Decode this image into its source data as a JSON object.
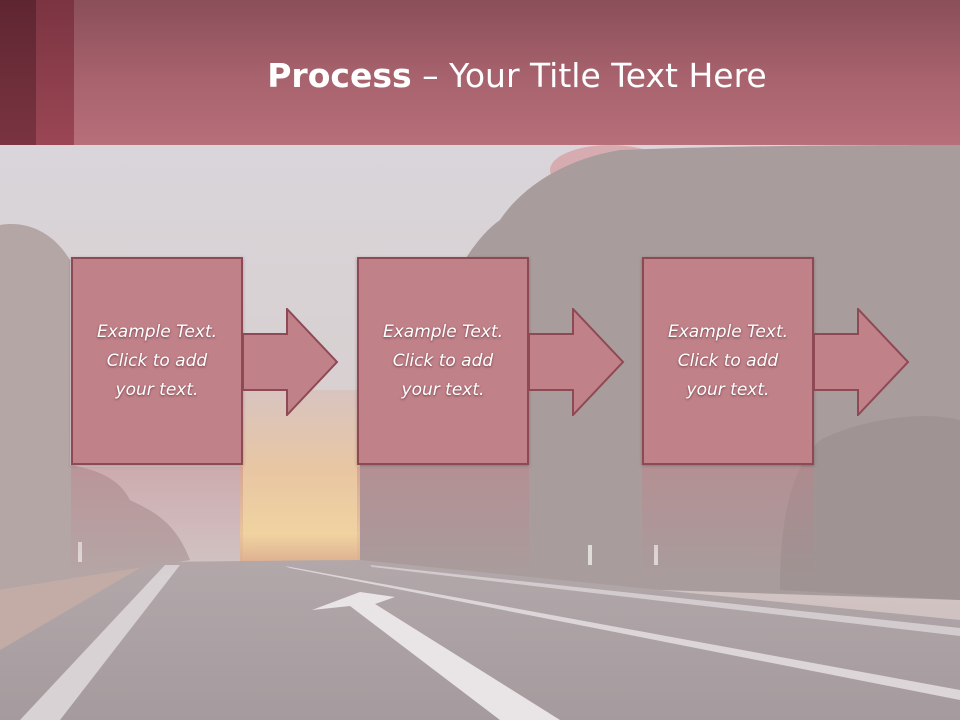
{
  "title": {
    "bold": "Process",
    "rest": " – Your Title Text Here"
  },
  "steps": [
    {
      "line1": "Example Text.",
      "line2": "Click  to add",
      "line3": "your text."
    },
    {
      "line1": "Example Text.",
      "line2": "Click  to add",
      "line3": "your text."
    },
    {
      "line1": "Example Text.",
      "line2": "Click  to add",
      "line3": "your text."
    }
  ],
  "colors": {
    "header": "#b76f79",
    "box_fill": "#c08189",
    "box_border": "#8e4a54",
    "text": "#ffffff"
  }
}
